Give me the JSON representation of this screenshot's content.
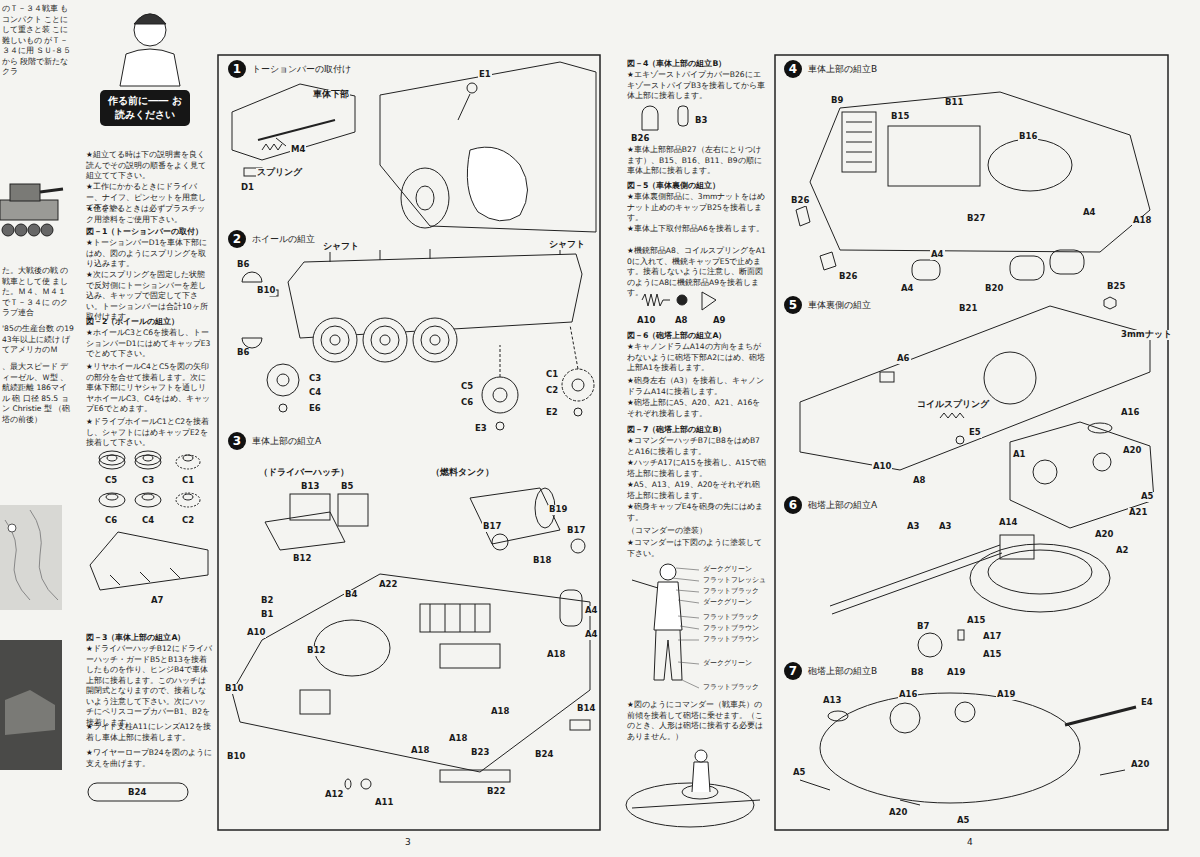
{
  "diagram": {
    "nodes": [
      {
        "text": [
          "作る前に―― お読みください"
        ]
      },
      {
        "text": [
          "1",
          "トーションバーの取付け"
        ]
      },
      {
        "text": [
          "2",
          "ホイールの組立"
        ]
      },
      {
        "text": [
          "3",
          "車体上部の組立A"
        ]
      },
      {
        "text": [
          "4",
          "車体上部の組立B"
        ]
      },
      {
        "text": [
          "5",
          "車体裏側の組立"
        ]
      },
      {
        "text": [
          "6",
          "砲塔上部の組立A"
        ]
      },
      {
        "text": [
          "7",
          "砲塔上部の組立B"
        ]
      }
    ],
    "labels": [
      "のＴ－３４戦車 もコンパクト ことにして重さと装 こに難しいもの がＴ－３４に用 ＳＵ‐８５から 段階で新たなクラ",
      "た。大戦後の戦 の戦車として使 ました。Ｍ４、Ｍ４１ でＴ－３４に のクラブ連合",
      "'85の生産台数 の1943年以上に続け げてアメリカのＭ",
      "、最大スピード ディーゼル、Ｗ型 、航続距離 186マイル 砲 口径 85.5 ョン Christie 型 （砲塔の前後）",
      "★組立てる時は下の説明書を良く読んでその説明の順番をよく見て組立てて下さい。",
      "★工作にかかるときにドライバー、ナイフ、ピンセットを用意して下さい。",
      "★色を塗るときは必ずプラスチック用塗料をご使用下さい。",
      "図－1（トーションバーの取付）",
      "★トーションバーD1を車体下部にはめ、図のようにスプリングを取り込みます。",
      "★次にスプリングを固定した状態で反対側にトーションバーを差し込み、キャップで固定して下さい。トーションバーは合計10ヶ所取付けます。",
      "図－2（ホイールの組立）",
      "★ホイールC3とC6を接着し、トーションバーD1にはめてキャップE3でとめて下さい。",
      "★リヤホイールC4とC5を図の矢印の部分を合せて接着します。次に車体下部にリヤシャフトを通しリヤホイールC3、C4をはめ、キャップE6でとめます。",
      "★ドライブホイールC1とC2を接着し、シャフトにはめキャップE2を接着して下さい。",
      "C5",
      "C3",
      "C1",
      "C6",
      "C4",
      "C2",
      "A7",
      "図－3（車体上部の組立A）",
      "★ドライバーハッチB12にドライバーハッチ・ガードB5とB13を接着したものを作り、ヒンジB4で車体上部に接着します。このハッチは開閉式となりますので、接着しないよう注意して下さい。次にハッチにペリスコープカバーB1、B2を接着します。",
      "★ライト支柱A11にレンズA12を接着し車体上部に接着します。",
      "★ワイヤーロープB24を図のように支えを曲げます。",
      "B24",
      "車体下部",
      "M4",
      "スプリング",
      "D1",
      "E1",
      "シャフト",
      "シャフト",
      "B6",
      "B10",
      "B6",
      "C3",
      "C4",
      "E6",
      "C5",
      "C6",
      "E3",
      "C1",
      "C2",
      "E2",
      "（ドライバーハッチ）",
      "B13",
      "B5",
      "B12",
      "（燃料タンク）",
      "B19",
      "B17",
      "B17",
      "B18",
      "B2",
      "B1",
      "B4",
      "A22",
      "A4",
      "A4",
      "A10",
      "B12",
      "B10",
      "A18",
      "A18",
      "A18",
      "A18",
      "B23",
      "B24",
      "B14",
      "B10",
      "A12",
      "A11",
      "B22",
      "3",
      "図－4（車体上部の組立B）",
      "★エキゾーストパイプカバーB26にエキゾーストパイプB3を接着してから車体上部に接着します。",
      "B3",
      "B26",
      "★車体上部部品B27（左右にとりつけます）、B15、B16、B11、B9の順に車体上部に接着します。",
      "図－5（車体裏側の組立）",
      "★車体裏側部品に、3mmナットをはめナット止めのキャップB25を接着します。",
      "★車体上下取付部品A6を接着します。",
      "★機銃部品A8、コイルスプリングをA10に入れて、機銃キャップE5で止めます。接着しないように注意し、断面図のようにA8に機銃部品A9を接着します。",
      "A10",
      "A8",
      "A9",
      "図－6（砲塔上部の組立A）",
      "★キャノンドラムA14の方向をまちがわないように砲塔下部A2にはめ、砲塔上部A1を接着します。",
      "★砲身左右（A3）を接着し、キャノンドラムA14に接着します。",
      "★砲塔上部にA5、A20、A21、A16をそれぞれ接着します。",
      "図－7（砲塔上部の組立B）",
      "★コマンダーハッチB7にB8をはめB7とA16に接着します。",
      "★ハッチA17にA15を接着し、A15で砲塔上部に接着します。",
      "★A5、A13、A19、A20をそれぞれ砲塔上部に接着します。",
      "★砲身キャップE4を砲身の先にはめます。",
      "（コマンダーの塗装）",
      "★コマンダーは下図のように塗装して下さい。",
      "ダークグリーン",
      "フラットフレッシュ",
      "フラットブラック",
      "ダークグリーン",
      "フラットブラック",
      "フラットブラウン",
      "フラットブラウン",
      "ダークグリーン",
      "フラットブラック",
      "★図のようにコマンダー（戦車兵）の前傾を接着して砲塔に乗せます。（このとき、人形は砲塔に接着する必要はありません。）",
      "B9",
      "B11",
      "B15",
      "B16",
      "B27",
      "A4",
      "A18",
      "B26",
      "A4",
      "A4",
      "B20",
      "B21",
      "B26",
      "B25",
      "3mmナット",
      "A6",
      "コイルスプリング",
      "E5",
      "A10",
      "A8",
      "A16",
      "A1",
      "A20",
      "A5",
      "A21",
      "A20",
      "A14",
      "A3",
      "A3",
      "A2",
      "B7",
      "A15",
      "A17",
      "A15",
      "B8",
      "A19",
      "A13",
      "A16",
      "A19",
      "E4",
      "A5",
      "A20",
      "A20",
      "A5",
      "4"
    ]
  }
}
